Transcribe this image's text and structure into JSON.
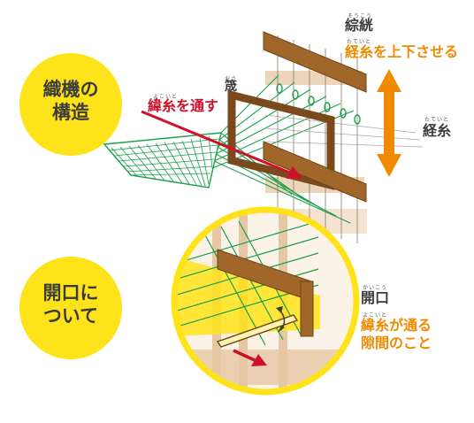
{
  "colors": {
    "yellow": "#ffe31a",
    "orange": "#f08a00",
    "red": "#d0102a",
    "green": "#1aa04a",
    "wood": "#a0662a",
    "wood_light": "#e6c7a3",
    "text": "#3c3c3c"
  },
  "section1": {
    "title_line1": "織機の",
    "title_line2": "構造",
    "weft_ruby": "よこいと",
    "weft_label": "緯糸を通す",
    "reed_ruby": "おさ",
    "reed_label": "筬",
    "heddle_ruby": "そうこう",
    "heddle_label": "綜絖",
    "heddle_ruby2": "たていと",
    "heddle_desc": "経糸を上下させる",
    "warp_ruby": "たていと",
    "warp_label": "経糸"
  },
  "section2": {
    "title_line1": "開口に",
    "title_line2": "ついて",
    "shed_ruby": "かいこう",
    "shed_label": "開口",
    "desc_ruby": "よこいと",
    "desc_line1": "緯糸が通る",
    "desc_line2": "隙間のこと"
  }
}
